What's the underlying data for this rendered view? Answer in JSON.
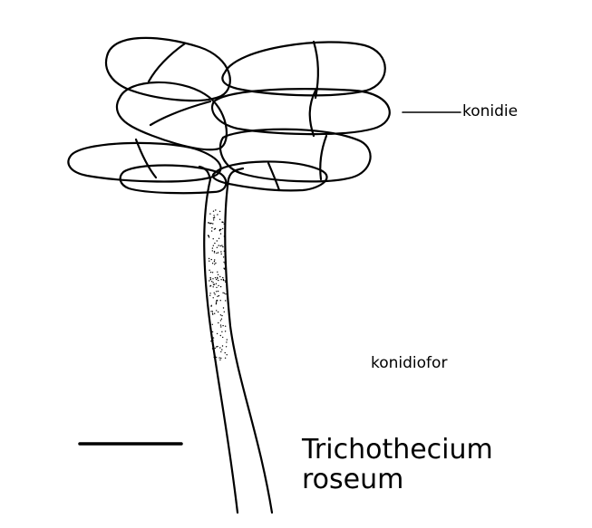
{
  "labels": {
    "conidia": "konidie",
    "conidiophore": "konidiofor",
    "species_line1": "Trichothecium",
    "species_line2": "roseum"
  },
  "colors": {
    "ink": "#000000",
    "background": "#ffffff"
  }
}
